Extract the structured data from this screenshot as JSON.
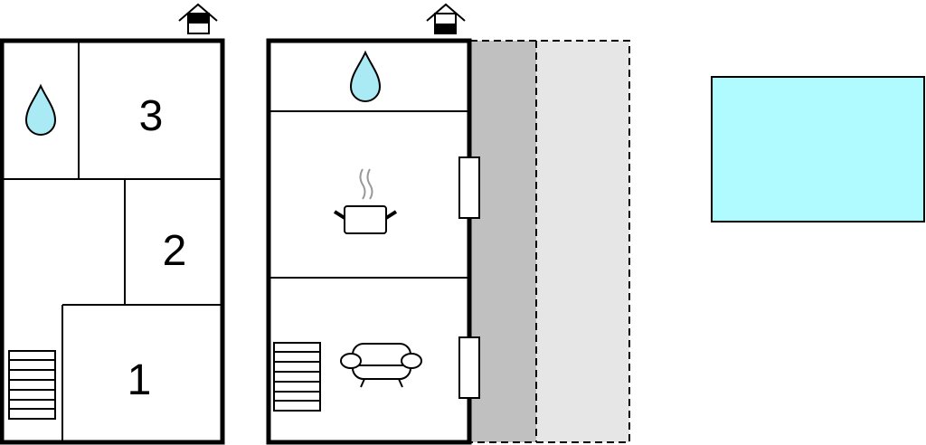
{
  "floor_left": {
    "rooms": [
      {
        "number": "3",
        "icon": "water-drop-icon"
      },
      {
        "number": "2"
      },
      {
        "number": "1"
      }
    ],
    "icons": [
      "entrance-icon",
      "water-drop-icon",
      "stairs-icon"
    ]
  },
  "floor_right": {
    "icons": [
      "entrance-icon",
      "water-drop-icon",
      "cooking-pot-icon",
      "sofa-icon",
      "stairs-icon"
    ]
  },
  "outdoor": {
    "terrace": "covered-terrace",
    "open_area": "open-terrace",
    "pool": "pool"
  },
  "colors": {
    "outline": "#000000",
    "water": "#a9eaf5",
    "pool": "#b0fbff",
    "terrace_dark": "#c0c0c0",
    "terrace_light": "#e6e6e6"
  }
}
